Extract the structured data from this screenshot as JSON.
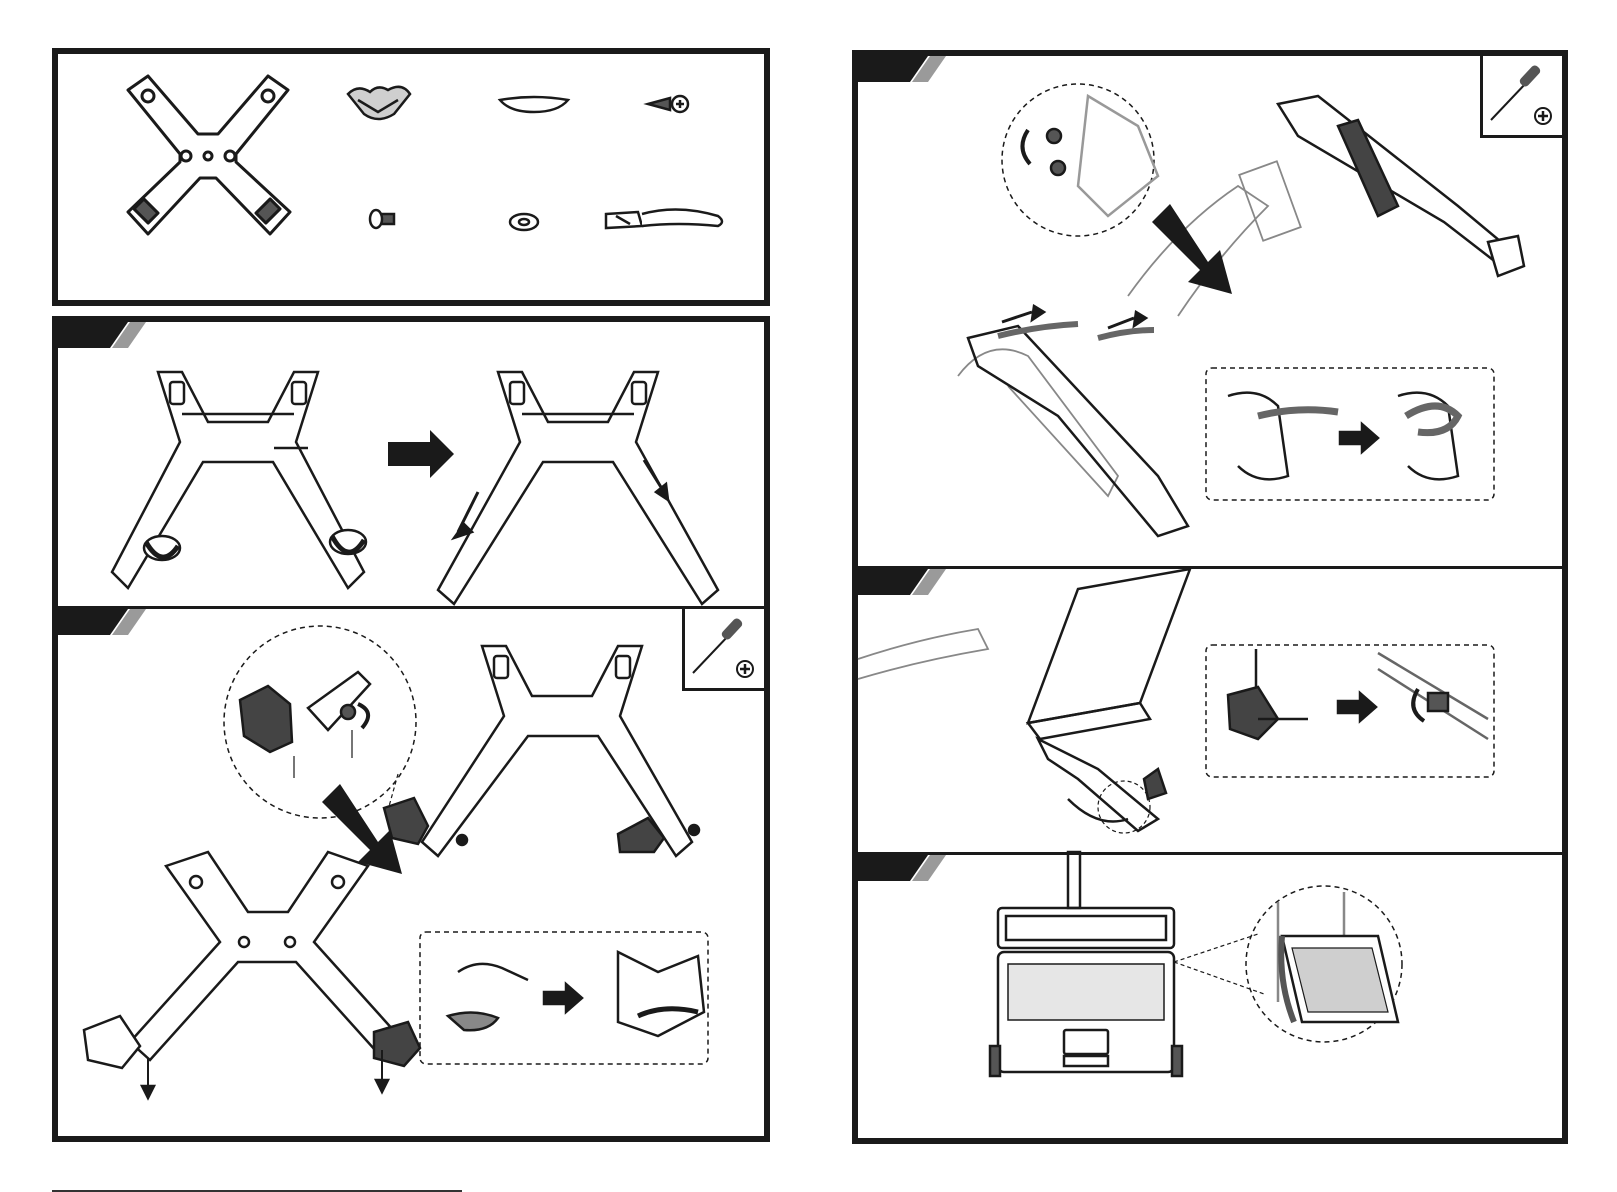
{
  "document": {
    "type": "assembly-instructions",
    "left_page": {
      "panels": [
        {
          "id": "parts",
          "step_tab": false
        },
        {
          "id": "step-a",
          "step_tab": true
        },
        {
          "id": "step-b",
          "step_tab": true,
          "tool": "phillips-screwdriver"
        }
      ]
    },
    "right_page": {
      "panels": [
        {
          "id": "step-c",
          "step_tab": true,
          "tool": "phillips-screwdriver"
        },
        {
          "id": "step-d",
          "step_tab": true
        },
        {
          "id": "step-e",
          "step_tab": true
        }
      ]
    },
    "parts_list": [
      {
        "icon": "x-bracket-tray-icon"
      },
      {
        "icon": "corner-holder-icon"
      },
      {
        "icon": "rubber-pad-icon"
      },
      {
        "icon": "self-tapping-screw-icon"
      },
      {
        "icon": "machine-screw-icon"
      },
      {
        "icon": "washer-icon"
      },
      {
        "icon": "velcro-strap-icon"
      }
    ],
    "colors": {
      "ink": "#1a1a1a",
      "tab_gray": "#9a9a9a",
      "part_gray": "#555555",
      "background": "#ffffff"
    },
    "footer_text": ""
  }
}
